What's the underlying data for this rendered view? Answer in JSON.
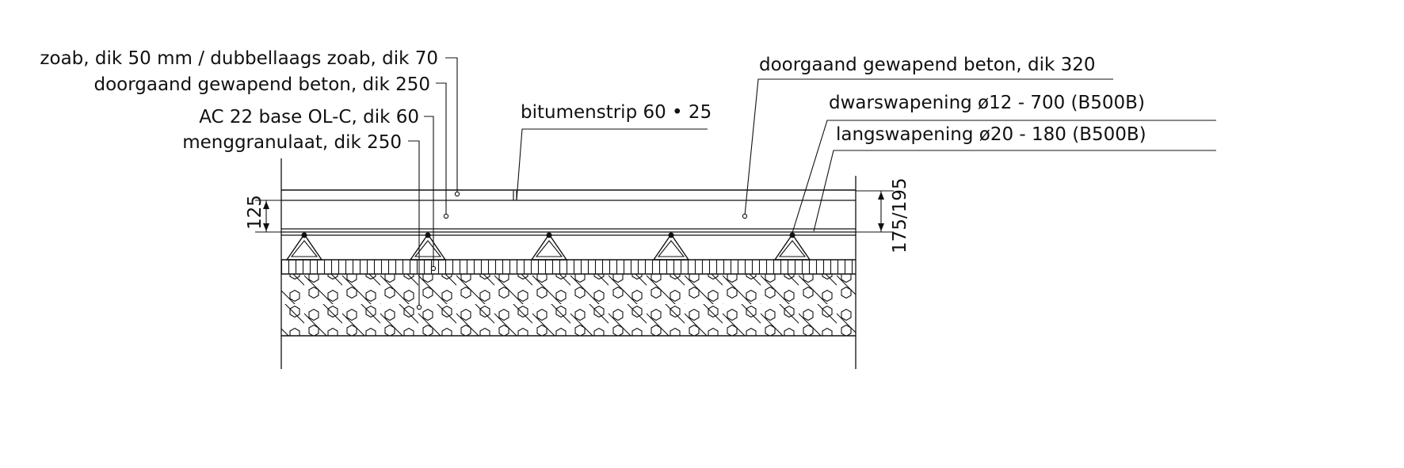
{
  "labels": {
    "zoab": "zoab, dik 50 mm / dubbellaags zoab, dik 70",
    "beton_250": "doorgaand gewapend beton, dik 250",
    "ac22": "AC 22 base OL-C, dik 60",
    "menggranulaat": "menggranulaat, dik 250",
    "bitumenstrip": "bitumenstrip 60 • 25",
    "beton_320": "doorgaand gewapend beton, dik 320",
    "dwarswapening": "dwarswapening ø12 - 700 (B500B)",
    "langswapening": "langswapening ø20 - 180 (B500B)"
  },
  "dimensions": {
    "left": "125",
    "right": "175/195"
  },
  "colors": {
    "line": "#111111",
    "background": "#ffffff"
  }
}
